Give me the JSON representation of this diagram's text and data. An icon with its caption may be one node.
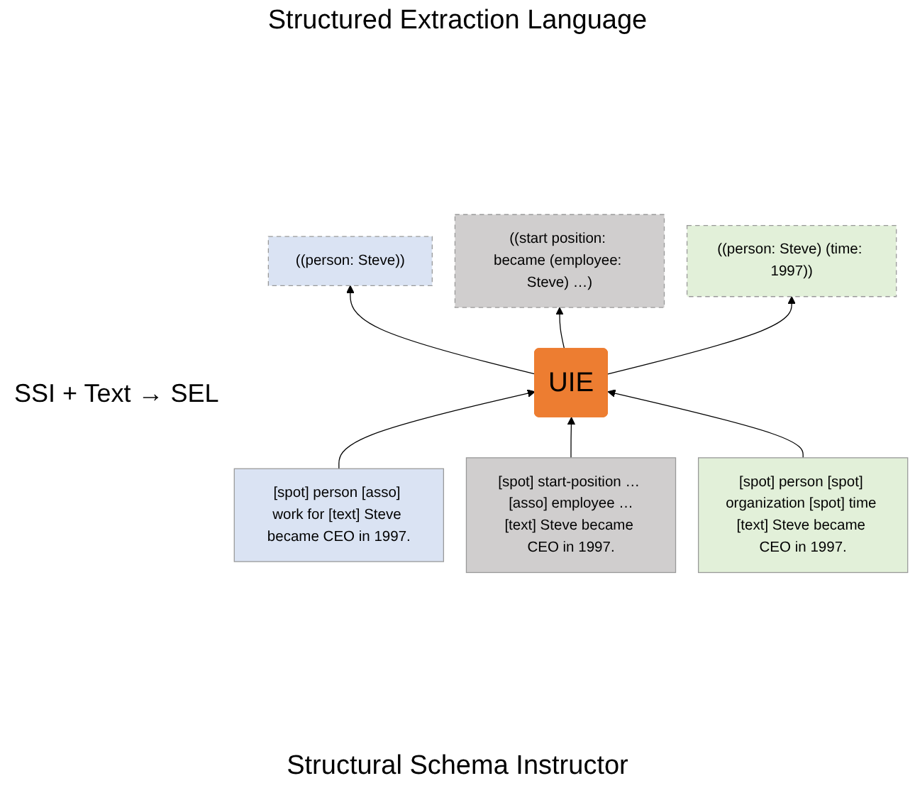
{
  "diagram": {
    "title": "Structured Extraction Language",
    "caption": "Structural Schema Instructor",
    "nodes": [
      {
        "text": [
          "((person: Steve))"
        ]
      },
      {
        "text": [
          "((start position: became (employee: Steve) …)"
        ]
      },
      {
        "text": [
          "((person: Steve) (time: 1997))"
        ]
      },
      {
        "text": [
          "UIE"
        ]
      },
      {
        "text": [
          "[spot] person [asso] work for [text] Steve became CEO in 1997."
        ]
      },
      {
        "text": [
          "[spot] start-position … [asso] employee …[text] Steve became CEO in 1997."
        ]
      },
      {
        "text": [
          "[spot] person [spot] organization [spot] time [text] Steve became CEO in 1997."
        ]
      }
    ],
    "edges": [
      {
        "from": 3,
        "to": 0,
        "arrow": "to"
      },
      {
        "from": 3,
        "to": 1,
        "arrow": "to"
      },
      {
        "from": 3,
        "to": 2,
        "arrow": "to"
      },
      {
        "from": 4,
        "to": 3,
        "arrow": "to"
      },
      {
        "from": 5,
        "to": 3,
        "arrow": "to"
      },
      {
        "from": 6,
        "to": 3,
        "arrow": "to"
      }
    ],
    "labels": [
      "SSI + Text → SEL"
    ]
  }
}
